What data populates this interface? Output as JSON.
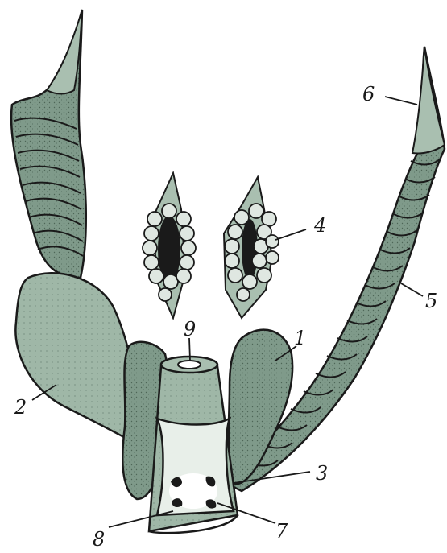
{
  "figure": {
    "colors": {
      "fill": "#7f9a8a",
      "fill_light": "#a9bfb0",
      "fill_dark": "#5f7a6a",
      "ink": "#1a1a1a",
      "pale": "#e8efe9"
    },
    "labels": {
      "l1": "1",
      "l2": "2",
      "l3": "3",
      "l4": "4",
      "l5": "5",
      "l6": "6",
      "l7": "7",
      "l8": "8",
      "l9": "9"
    }
  }
}
